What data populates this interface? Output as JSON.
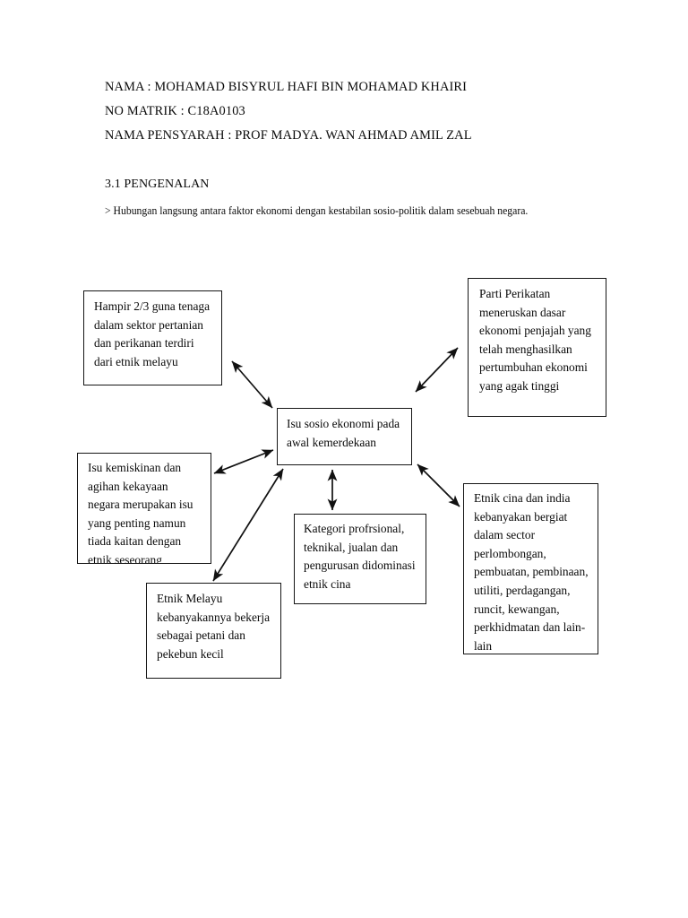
{
  "document": {
    "header_lines": [
      "NAMA : MOHAMAD BISYRUL HAFI BIN MOHAMAD KHAIRI",
      "NO MATRIK : C18A0103",
      "NAMA PENSYARAH : PROF MADYA. WAN AHMAD AMIL ZAL"
    ],
    "section_heading": "3.1 PENGENALAN",
    "intro_line": "> Hubungan langsung antara faktor ekonomi dengan kestabilan sosio-politik dalam sesebuah negara."
  },
  "concept_map": {
    "center": {
      "id": "node-pusat",
      "text": "Isu sosio ekonomi pada awal kemerdekaan"
    },
    "nodes": [
      {
        "id": "node-guna-tenaga",
        "position": "top-left",
        "text": "Hampir 2/3 guna tenaga dalam sektor pertanian dan perikanan terdiri dari etnik melayu"
      },
      {
        "id": "node-parti-perikatan",
        "position": "top-right",
        "text": "Parti Perikatan meneruskan dasar ekonomi penjajah yang telah menghasilkan pertumbuhan ekonomi yang agak tinggi"
      },
      {
        "id": "node-kemiskinan",
        "position": "left",
        "text": "Isu kemiskinan dan agihan kekayaan negara merupakan isu yang penting namun tiada kaitan dengan etnik seseorang"
      },
      {
        "id": "node-kategori",
        "position": "bottom-center",
        "text": "Kategori profrsional, teknikal, jualan dan pengurusan didominasi etnik cina"
      },
      {
        "id": "node-etnik-melayu",
        "position": "bottom-left",
        "text": "Etnik Melayu kebanyakannya bekerja sebagai petani dan pekebun kecil"
      },
      {
        "id": "node-etnik-cina",
        "position": "right",
        "text": "Etnik cina dan india kebanyakan bergiat dalam sector perlombongan, pembuatan, pembinaan, utiliti, perdagangan, runcit, kewangan, perkhidmatan dan lain-lain"
      }
    ],
    "connectors": [
      {
        "id": "arrow-center-to-top-left",
        "from": "node-pusat",
        "to": "node-guna-tenaga",
        "style": "double-headed"
      },
      {
        "id": "arrow-center-to-top-right",
        "from": "node-pusat",
        "to": "node-parti-perikatan",
        "style": "double-headed"
      },
      {
        "id": "arrow-center-to-left",
        "from": "node-pusat",
        "to": "node-kemiskinan",
        "style": "double-headed"
      },
      {
        "id": "arrow-center-to-bottom-left",
        "from": "node-pusat",
        "to": "node-etnik-melayu",
        "style": "double-headed"
      },
      {
        "id": "arrow-center-to-bottom-center",
        "from": "node-pusat",
        "to": "node-kategori",
        "style": "double-headed"
      },
      {
        "id": "arrow-center-to-right",
        "from": "node-pusat",
        "to": "node-etnik-cina",
        "style": "double-headed"
      }
    ]
  },
  "colors": {
    "page_background": "#ffffff",
    "text": "#0a0a0a",
    "box_border": "#151515",
    "arrow": "#111111"
  }
}
